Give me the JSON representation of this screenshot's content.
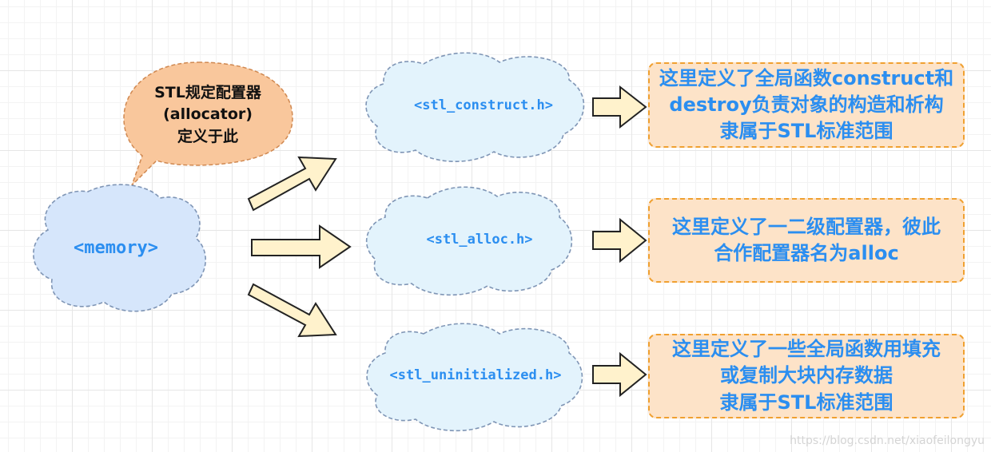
{
  "colors": {
    "cloud_fill": "#d6e6fb",
    "cloud_fill_light": "#e3f3fc",
    "cloud_stroke": "#7f95b5",
    "label_blue": "#2b8ef0",
    "box_fill": "#fde3c8",
    "box_border": "#f0a030",
    "bubble_fill": "#f9c79c",
    "bubble_stroke": "#d08850",
    "arrow_fill": "#fff2cc",
    "arrow_stroke": "#222222"
  },
  "bubble": {
    "lines": [
      "STL规定配置器",
      "(allocator)",
      "定义于此"
    ]
  },
  "memory_cloud": {
    "label": "<memory>"
  },
  "headers": [
    {
      "label": "<stl_construct.h>",
      "lines": [
        "这里定义了全局函数construct和",
        "destroy负责对象的构造和析构",
        "隶属于STL标准范围"
      ]
    },
    {
      "label": "<stl_alloc.h>",
      "lines": [
        "这里定义了一二级配置器，彼此",
        "合作配置器名为alloc"
      ]
    },
    {
      "label": "<stl_uninitialized.h>",
      "lines": [
        "这里定义了一些全局函数用填充",
        "或复制大块内存数据",
        "隶属于STL标准范围"
      ]
    }
  ],
  "watermark": "https://blog.csdn.net/xiaofeilongyu"
}
